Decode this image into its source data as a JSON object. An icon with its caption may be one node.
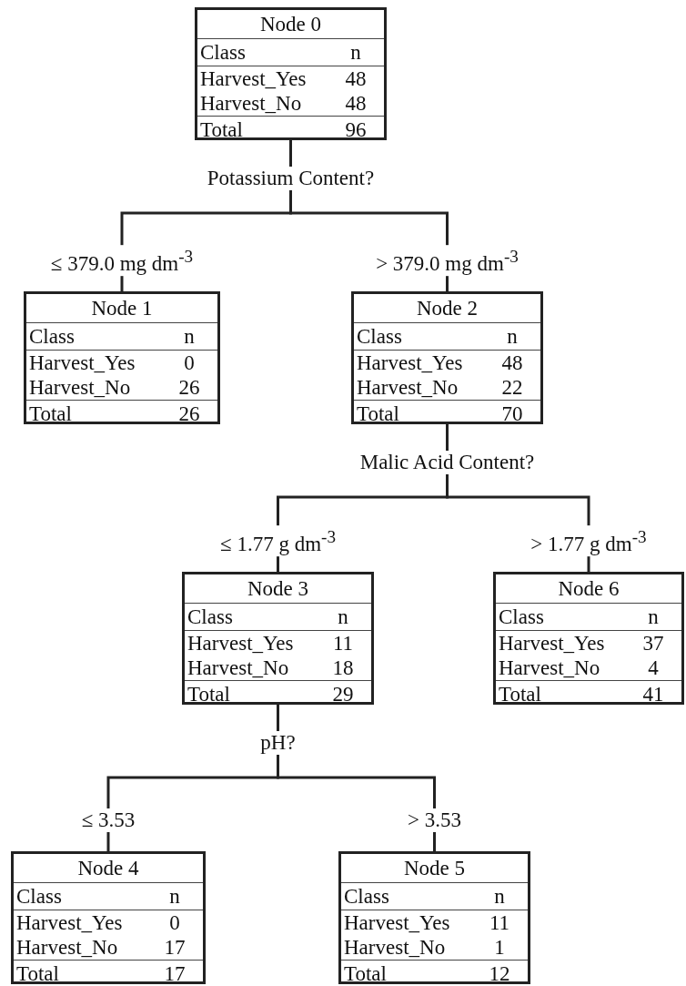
{
  "diagram": {
    "nodes": [
      {
        "text": [
          "Node 0",
          "Class",
          "n",
          "Harvest_Yes",
          "48",
          "Harvest_No",
          "48",
          "Total",
          "96"
        ],
        "beside": [
          "Potassium Content?"
        ]
      },
      {
        "text": [
          "Node 1",
          "Class",
          "n",
          "Harvest_Yes",
          "0",
          "Harvest_No",
          "26",
          "Total",
          "26"
        ]
      },
      {
        "text": [
          "Node 2",
          "Class",
          "n",
          "Harvest_Yes",
          "48",
          "Harvest_No",
          "22",
          "Total",
          "70"
        ],
        "beside": [
          "Malic Acid Content?"
        ]
      },
      {
        "text": [
          "Node 3",
          "Class",
          "n",
          "Harvest_Yes",
          "11",
          "Harvest_No",
          "18",
          "Total",
          "29"
        ],
        "beside": [
          "pH?"
        ]
      },
      {
        "text": [
          "Node 6",
          "Class",
          "n",
          "Harvest_Yes",
          "37",
          "Harvest_No",
          "4",
          "Total",
          "41"
        ]
      },
      {
        "text": [
          "Node 4",
          "Class",
          "n",
          "Harvest_Yes",
          "0",
          "Harvest_No",
          "17",
          "Total",
          "17"
        ]
      },
      {
        "text": [
          "Node 5",
          "Class",
          "n",
          "Harvest_Yes",
          "11",
          "Harvest_No",
          "1",
          "Total",
          "12"
        ]
      }
    ],
    "edges": [
      {
        "from": 0,
        "to": 1,
        "arrow": "none",
        "label": "≤ 379.0 mg dm$^{-3}$"
      },
      {
        "from": 0,
        "to": 2,
        "arrow": "none",
        "label": "> 379.0 mg dm$^{-3}$"
      },
      {
        "from": 2,
        "to": 3,
        "arrow": "none",
        "label": "≤ 1.77 g dm$^{-3}$"
      },
      {
        "from": 2,
        "to": 4,
        "arrow": "none",
        "label": "> 1.77 g dm$^{-3}$"
      },
      {
        "from": 3,
        "to": 5,
        "arrow": "none",
        "label": "≤ 3.53"
      },
      {
        "from": 3,
        "to": 6,
        "arrow": "none",
        "label": "> 3.53"
      }
    ]
  }
}
